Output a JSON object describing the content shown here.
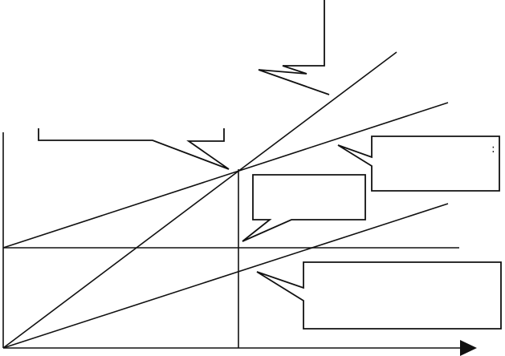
{
  "diagram": {
    "ink_color": "#111111",
    "background_color": "#ffffff",
    "callouts": [
      {
        "id": "callout-top-right",
        "text": ""
      },
      {
        "id": "callout-top-left",
        "text": ""
      },
      {
        "id": "callout-right-upper",
        "text": ":"
      },
      {
        "id": "callout-center",
        "text": ""
      },
      {
        "id": "callout-right-lower",
        "text": ""
      }
    ]
  }
}
